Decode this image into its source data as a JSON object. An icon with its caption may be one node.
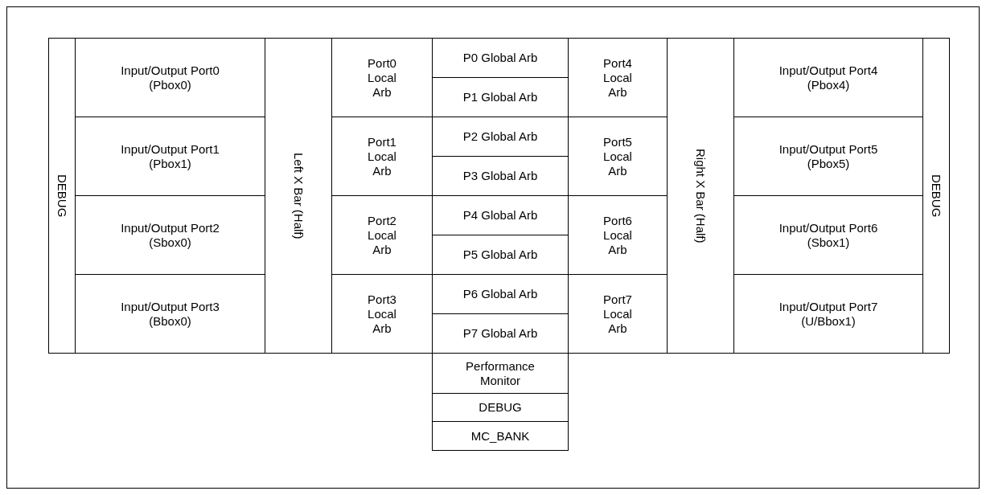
{
  "diagram": {
    "nodes": [
      {
        "text": [
          "DEBUG"
        ]
      },
      {
        "text": [
          "Input/Output Port0 (Pbox0)"
        ]
      },
      {
        "text": [
          "Input/Output Port1 (Pbox1)"
        ]
      },
      {
        "text": [
          "Input/Output Port2 (Sbox0)"
        ]
      },
      {
        "text": [
          "Input/Output Port3 (Bbox0)"
        ]
      },
      {
        "text": [
          "Left X Bar (Half)"
        ]
      },
      {
        "text": [
          "Port0 Local Arb"
        ]
      },
      {
        "text": [
          "Port1 Local Arb"
        ]
      },
      {
        "text": [
          "Port2 Local Arb"
        ]
      },
      {
        "text": [
          "Port3 Local Arb"
        ]
      },
      {
        "text": [
          "P0 Global Arb"
        ]
      },
      {
        "text": [
          "P1 Global Arb"
        ]
      },
      {
        "text": [
          "P2 Global Arb"
        ]
      },
      {
        "text": [
          "P3 Global Arb"
        ]
      },
      {
        "text": [
          "P4 Global Arb"
        ]
      },
      {
        "text": [
          "P5 Global Arb"
        ]
      },
      {
        "text": [
          "P6 Global Arb"
        ]
      },
      {
        "text": [
          "P7 Global Arb"
        ]
      },
      {
        "text": [
          "Port4 Local Arb"
        ]
      },
      {
        "text": [
          "Port5 Local Arb"
        ]
      },
      {
        "text": [
          "Port6 Local Arb"
        ]
      },
      {
        "text": [
          "Port7 Local Arb"
        ]
      },
      {
        "text": [
          "Right X Bar (Half)"
        ]
      },
      {
        "text": [
          "Input/Output Port4 (Pbox4)"
        ]
      },
      {
        "text": [
          "Input/Output Port5 (Pbox5)"
        ]
      },
      {
        "text": [
          "Input/Output Port6 (Sbox1)"
        ]
      },
      {
        "text": [
          "Input/Output Port7 (U/Bbox1)"
        ]
      },
      {
        "text": [
          "DEBUG"
        ]
      },
      {
        "text": [
          "Performance Monitor"
        ]
      },
      {
        "text": [
          "DEBUG"
        ]
      },
      {
        "text": [
          "MC_BANK"
        ]
      }
    ],
    "edges": []
  }
}
